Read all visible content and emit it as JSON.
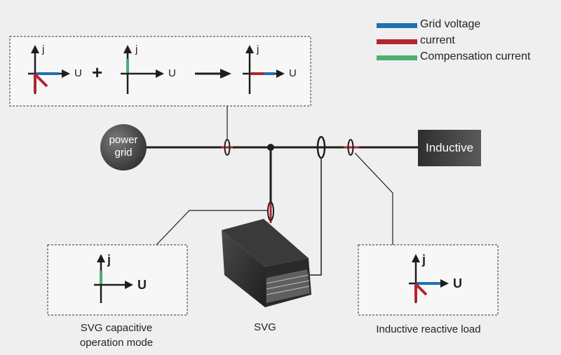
{
  "legend": [
    {
      "label": "Grid voltage",
      "color": "#1f6fb5"
    },
    {
      "label": "current",
      "color": "#b3262e"
    },
    {
      "label": "Compensation current",
      "color": "#4caf6e"
    }
  ],
  "top_box": {
    "vector1": {
      "j": "j",
      "u": "U"
    },
    "plus": "+",
    "vector2": {
      "j": "j",
      "u": "U"
    },
    "vector3": {
      "j": "j",
      "u": "U"
    }
  },
  "nodes": {
    "power_grid": {
      "line1": "power",
      "line2": "grid"
    },
    "inductive": "Inductive",
    "svg_device": "SVG"
  },
  "bottom_left_box": {
    "j": "j",
    "u": "U",
    "caption_line1": "SVG capacitive",
    "caption_line2": "operation mode"
  },
  "bottom_right_box": {
    "j": "j",
    "u": "U",
    "caption": "Inductive reactive load"
  },
  "colors": {
    "voltage": "#1f6fb5",
    "current": "#b3262e",
    "compensation": "#4caf6e",
    "line": "#1e1e1e"
  }
}
